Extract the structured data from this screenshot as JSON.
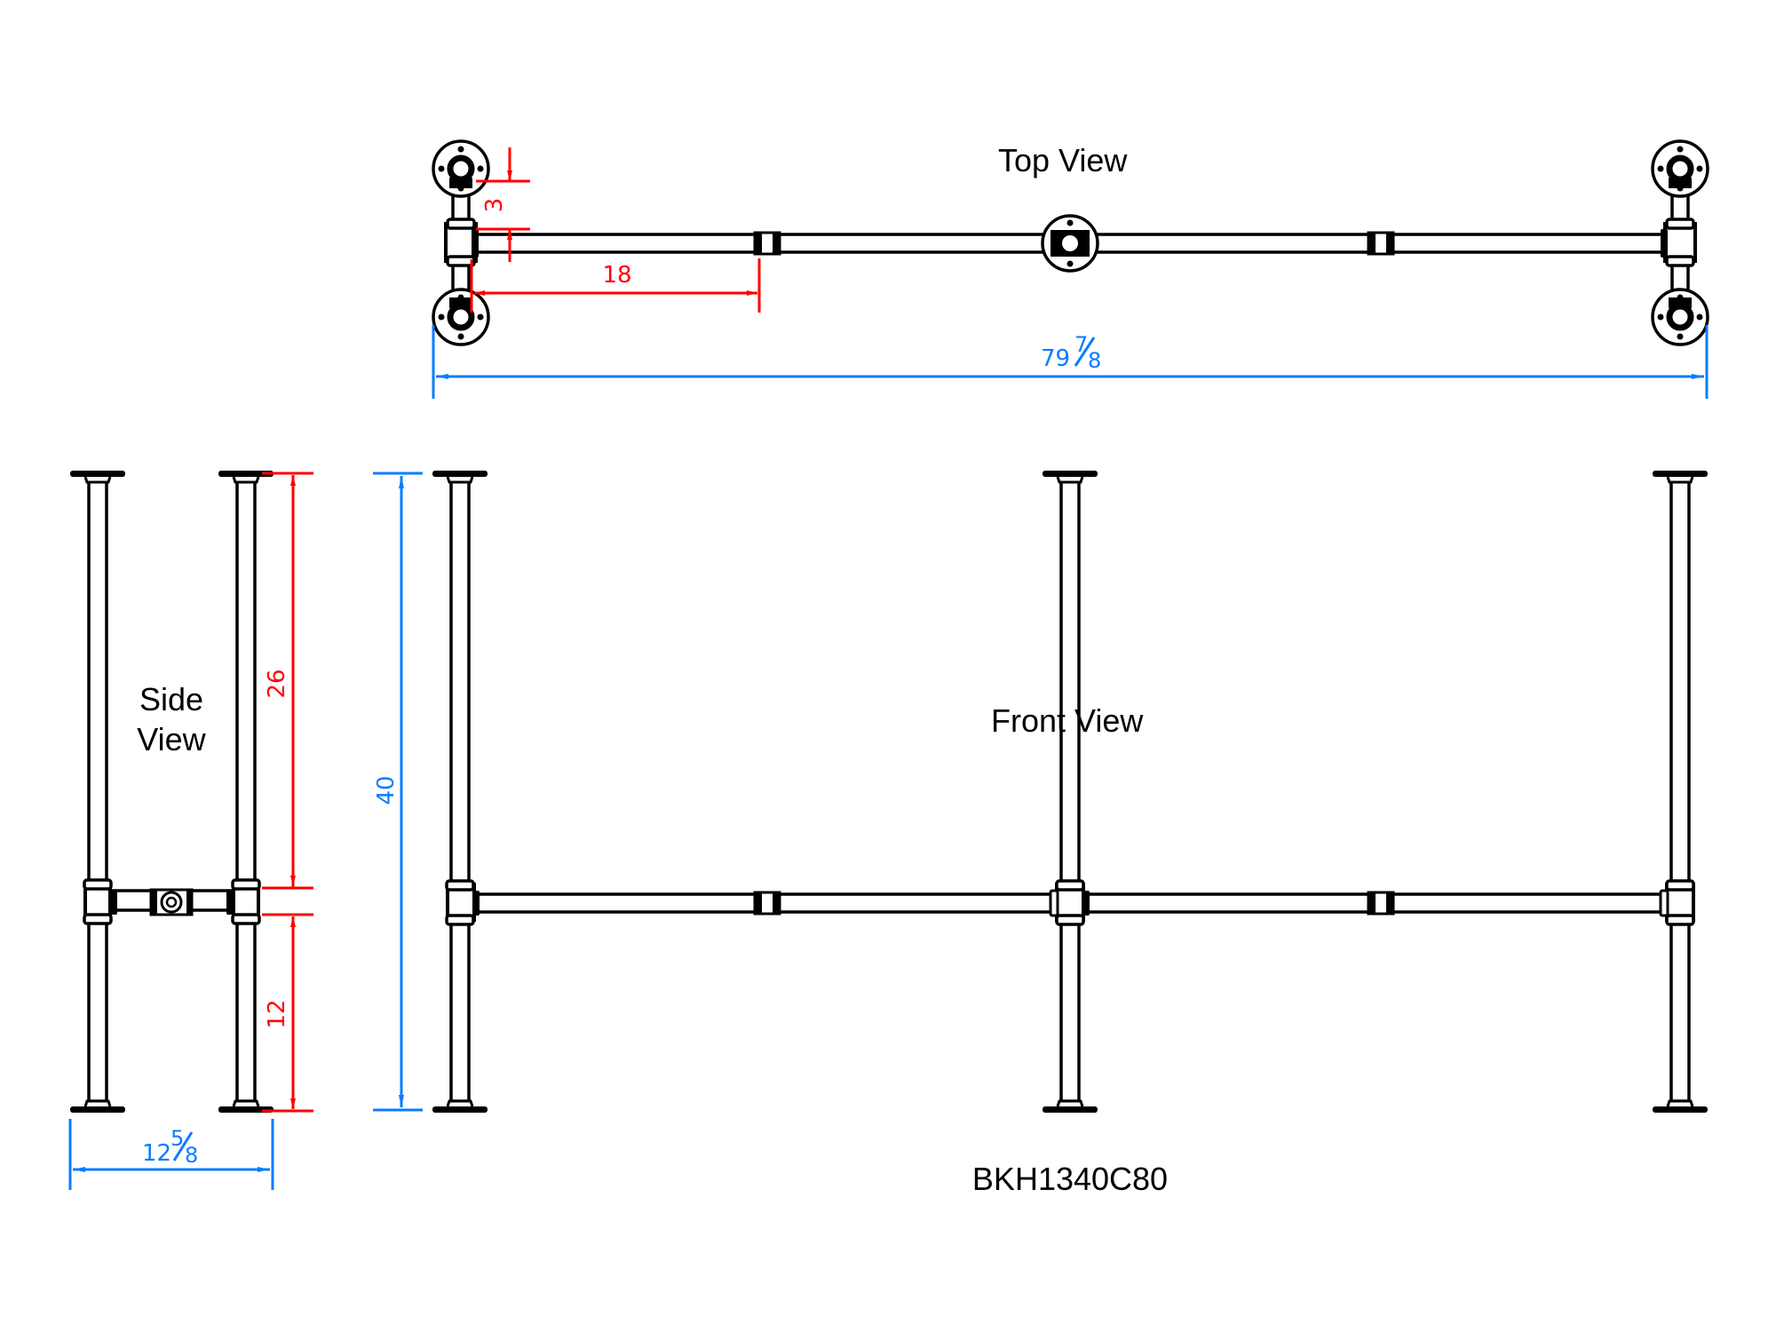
{
  "drawing": {
    "model_code": "BKH1340C80",
    "views": {
      "top": "Top View",
      "side_line1": "Side",
      "side_line2": "View",
      "front": "Front View"
    },
    "dimensions": {
      "top_offset": "3",
      "top_coupling_distance": "18",
      "overall_length_whole": "79",
      "overall_length_frac_num": "7",
      "overall_length_frac_den": "8",
      "side_upper_height": "26",
      "side_lower_height": "12",
      "overall_height": "40",
      "side_width_whole": "12",
      "side_width_frac_num": "5",
      "side_width_frac_den": "8"
    },
    "colors": {
      "dimension_red": "#ff0000",
      "dimension_blue": "#0a7cff",
      "line": "#000000"
    }
  }
}
